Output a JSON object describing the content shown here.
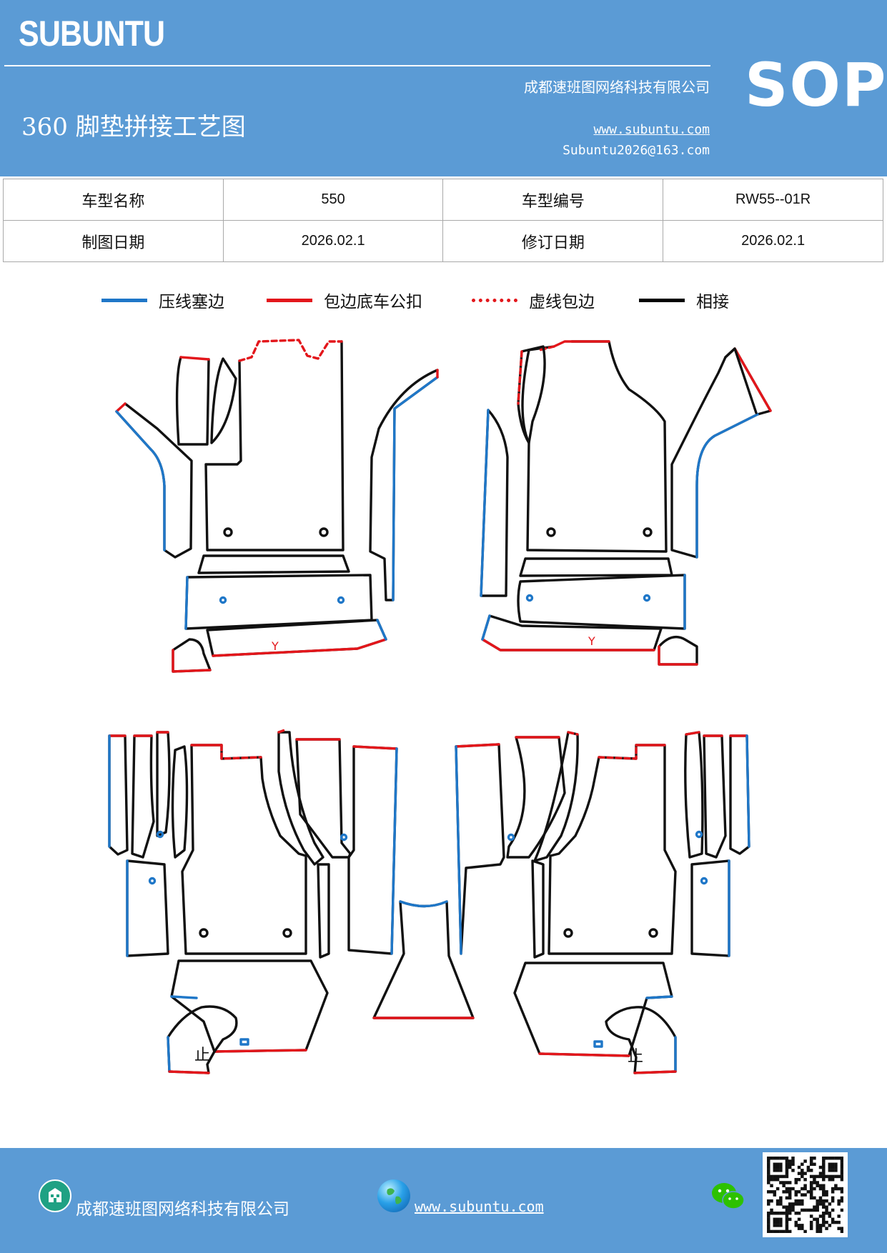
{
  "header": {
    "brand": "SUBUNTU",
    "company": "成都速班图网络科技有限公司",
    "title": "360 脚垫拼接工艺图",
    "website": "www.subuntu.com",
    "email": "Subuntu2026@163.com",
    "badge": "SOP"
  },
  "info": {
    "model_name_label": "车型名称",
    "model_name_value": "550",
    "model_code_label": "车型编号",
    "model_code_value": "RW55--01R",
    "draw_date_label": "制图日期",
    "draw_date_value": "2026.02.1",
    "revise_date_label": "修订日期",
    "revise_date_value": "2026.02.1"
  },
  "legend": [
    {
      "label": "压线塞边",
      "color": "#1f77c8",
      "style": "solid"
    },
    {
      "label": "包边底车公扣",
      "color": "#e3161b",
      "style": "solid"
    },
    {
      "label": "虚线包边",
      "color": "#e3161b",
      "style": "dashed"
    },
    {
      "label": "相接",
      "color": "#000000",
      "style": "solid"
    }
  ],
  "diagram": {
    "marker_y": "Y",
    "marker_stop": "止"
  },
  "colors": {
    "header_bg": "#5b9bd5",
    "blue_edge": "#1f77c8",
    "red_edge": "#e3161b",
    "black_edge": "#111111"
  },
  "icons": {
    "footer_company": "building-icon",
    "footer_website": "globe-icon",
    "footer_wechat": "wechat-icon",
    "footer_qr": "qr-code-icon"
  },
  "footer": {
    "company": "成都速班图网络科技有限公司",
    "website": "www.subuntu.com"
  }
}
